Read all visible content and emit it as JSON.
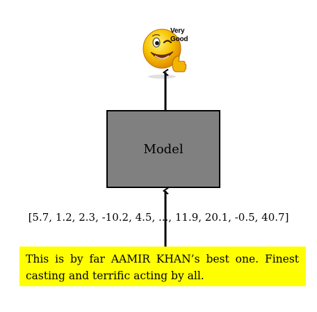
{
  "output": {
    "icon": "winking-smiley-thumbs-up-icon",
    "caption_line1": "Very",
    "caption_line2": "Good"
  },
  "model": {
    "label": "Model"
  },
  "embedding": {
    "text": "[5.7, 1.2, 2.3, -10.2, 4.5, ..., 11.9, 20.1, -0.5, 40.7]"
  },
  "input": {
    "text": "This is by far AAMIR KHAN’s best one. Finest casting and terrific acting by all."
  },
  "colors": {
    "model_fill": "#808080",
    "input_highlight": "#ffff00",
    "smiley_yellow": "#f5b800"
  }
}
